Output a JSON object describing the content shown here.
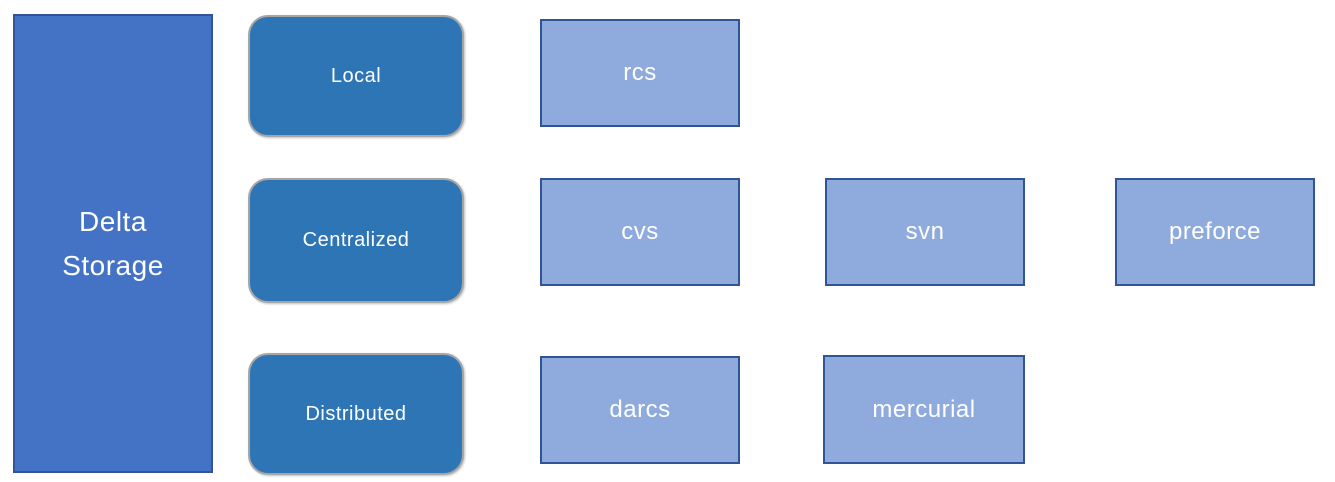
{
  "diagram": {
    "title": "Delta Storage",
    "colors": {
      "background": "#FFFFFF",
      "root_fill": "#4472C4",
      "root_border": "#2F5597",
      "category_fill": "#2E75B6",
      "category_border": "#A6A6A6",
      "tool_fill": "#8FAADC",
      "tool_border": "#2F5597",
      "text_color": "#FFFFFF"
    },
    "nodes": [
      {
        "id": "delta-storage",
        "type": "root",
        "label": "Delta\nStorage"
      },
      {
        "id": "local",
        "type": "category",
        "label": "Local"
      },
      {
        "id": "centralized",
        "type": "category",
        "label": "Centralized"
      },
      {
        "id": "distributed",
        "type": "category",
        "label": "Distributed"
      },
      {
        "id": "rcs",
        "type": "tool",
        "category": "Local",
        "label": "rcs"
      },
      {
        "id": "cvs",
        "type": "tool",
        "category": "Centralized",
        "label": "cvs"
      },
      {
        "id": "svn",
        "type": "tool",
        "category": "Centralized",
        "label": "svn"
      },
      {
        "id": "preforce",
        "type": "tool",
        "category": "Centralized",
        "label": "preforce"
      },
      {
        "id": "darcs",
        "type": "tool",
        "category": "Distributed",
        "label": "darcs"
      },
      {
        "id": "mercurial",
        "type": "tool",
        "category": "Distributed",
        "label": "mercurial"
      }
    ]
  }
}
